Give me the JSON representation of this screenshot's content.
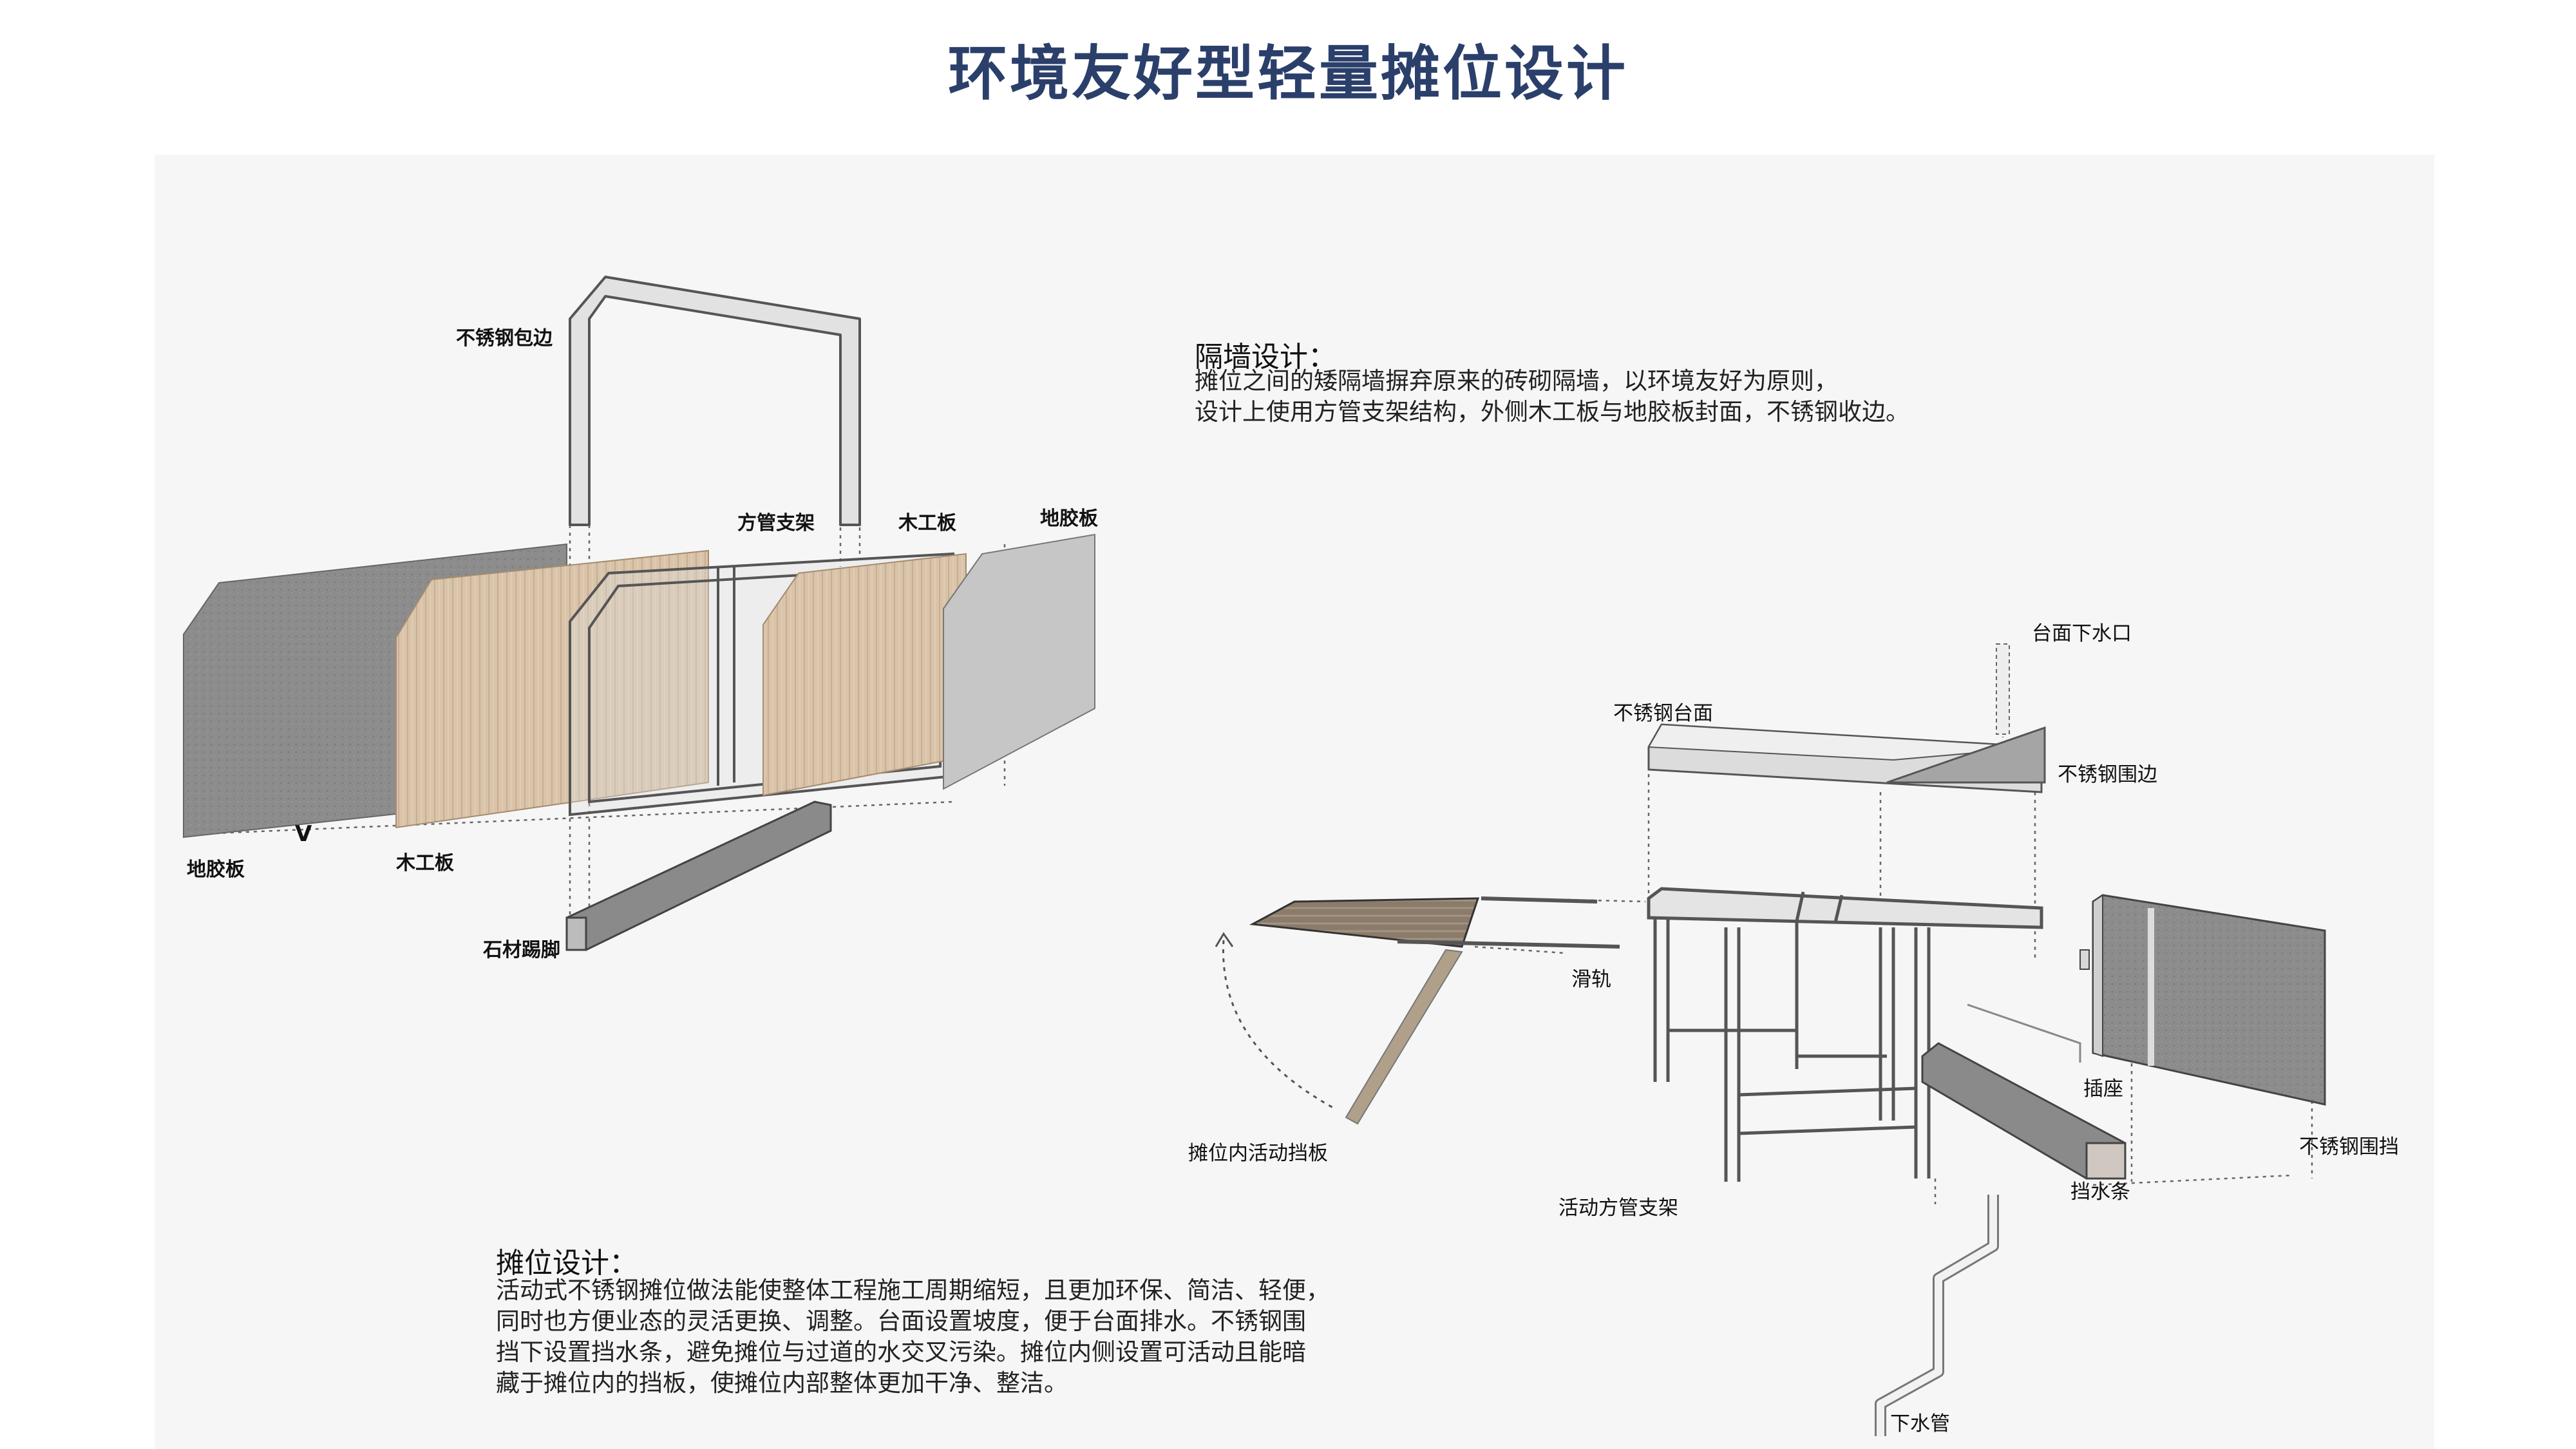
{
  "title": "环境友好型轻量摊位设计",
  "partition": {
    "heading": "隔墙设计：",
    "lines": [
      "摊位之间的矮隔墙摒弃原来的砖砌隔墙，以环境友好为原则，",
      "设计上使用方管支架结构，外侧木工板与地胶板封面，不锈钢收边。"
    ],
    "labels": {
      "steel_edge": "不锈钢包边",
      "square_tube_frame": "方管支架",
      "plywood_right": "木工板",
      "vinyl_right": "地胶板",
      "vinyl_left": "地胶板",
      "v_mark": "V",
      "plywood_left": "木工板",
      "stone_skirting": "石材踢脚"
    }
  },
  "booth": {
    "heading": "摊位设计：",
    "lines": [
      "活动式不锈钢摊位做法能使整体工程施工周期缩短，且更加环保、简洁、轻便，",
      "同时也方便业态的灵活更换、调整。台面设置坡度，便于台面排水。不锈钢围",
      "挡下设置挡水条，避免摊位与过道的水交叉污染。摊位内侧设置可活动且能暗",
      "藏于摊位内的挡板，使摊位内部整体更加干净、整洁。"
    ],
    "labels": {
      "drain_outlet": "台面下水口",
      "steel_countertop": "不锈钢台面",
      "steel_trim": "不锈钢围边",
      "slide_rail": "滑轨",
      "socket": "插座",
      "steel_guard": "不锈钢围挡",
      "movable_baffle": "摊位内活动挡板",
      "water_bar": "挡水条",
      "movable_frame": "活动方管支架",
      "drain_pipe": "下水管"
    }
  },
  "colors": {
    "title": "#2b3f6b",
    "panel_bg": "#f6f6f6",
    "concrete_dark": "#8c8c8c",
    "concrete_light": "#c6c6c6",
    "wood": "#d9c3a9",
    "steel": "#d2d2d2",
    "deck": "#8b7b6b"
  }
}
